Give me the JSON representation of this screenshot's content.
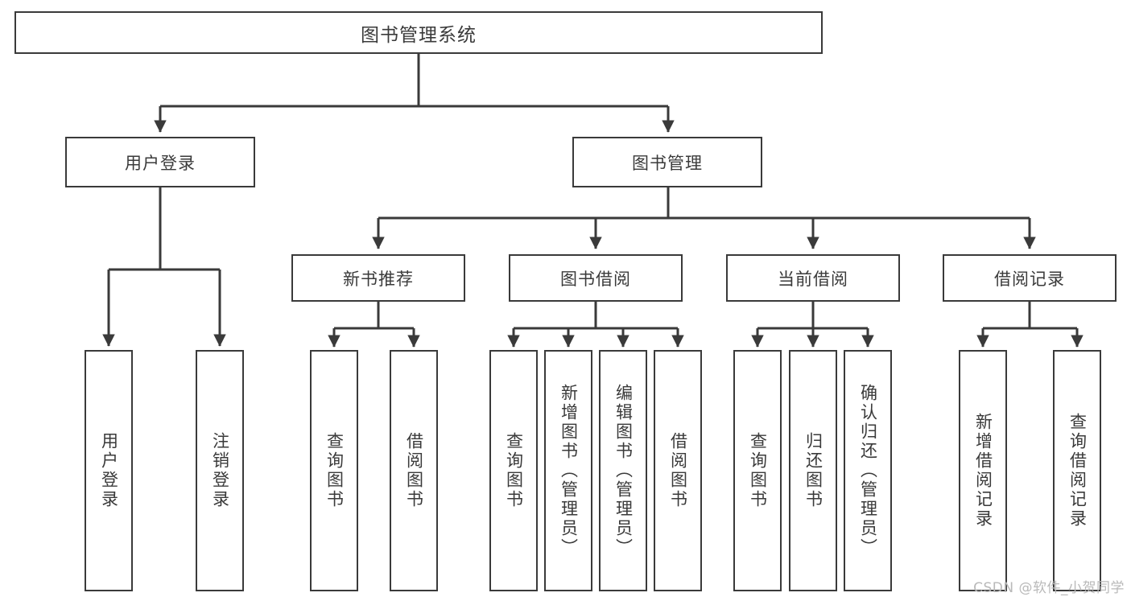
{
  "diagram": {
    "title": "图书管理系统",
    "type": "tree-hierarchy-diagram",
    "colors": {
      "stroke": "#3a3a3a",
      "fill": "#ffffff",
      "text": "#3a3a3a",
      "watermark": "#b9b9b9"
    },
    "nodes": {
      "root": {
        "label": "图书管理系统"
      },
      "level1": [
        {
          "label": "用户登录"
        },
        {
          "label": "图书管理"
        }
      ],
      "level2": [
        {
          "label": "新书推荐"
        },
        {
          "label": "图书借阅"
        },
        {
          "label": "当前借阅"
        },
        {
          "label": "借阅记录"
        }
      ],
      "leaves_user_login": [
        {
          "label": "用户登录"
        },
        {
          "label": "注销登录"
        }
      ],
      "leaves_new_book": [
        {
          "label": "查询图书"
        },
        {
          "label": "借阅图书"
        }
      ],
      "leaves_borrow": [
        {
          "label": "查询图书"
        },
        {
          "label": "新增图书（管理员）"
        },
        {
          "label": "编辑图书（管理员）"
        },
        {
          "label": "借阅图书"
        }
      ],
      "leaves_current": [
        {
          "label": "查询图书"
        },
        {
          "label": "归还图书"
        },
        {
          "label": "确认归还（管理员）"
        }
      ],
      "leaves_records": [
        {
          "label": "新增借阅记录"
        },
        {
          "label": "查询借阅记录"
        }
      ]
    },
    "watermark": "CSDN @软件_小贺同学"
  }
}
